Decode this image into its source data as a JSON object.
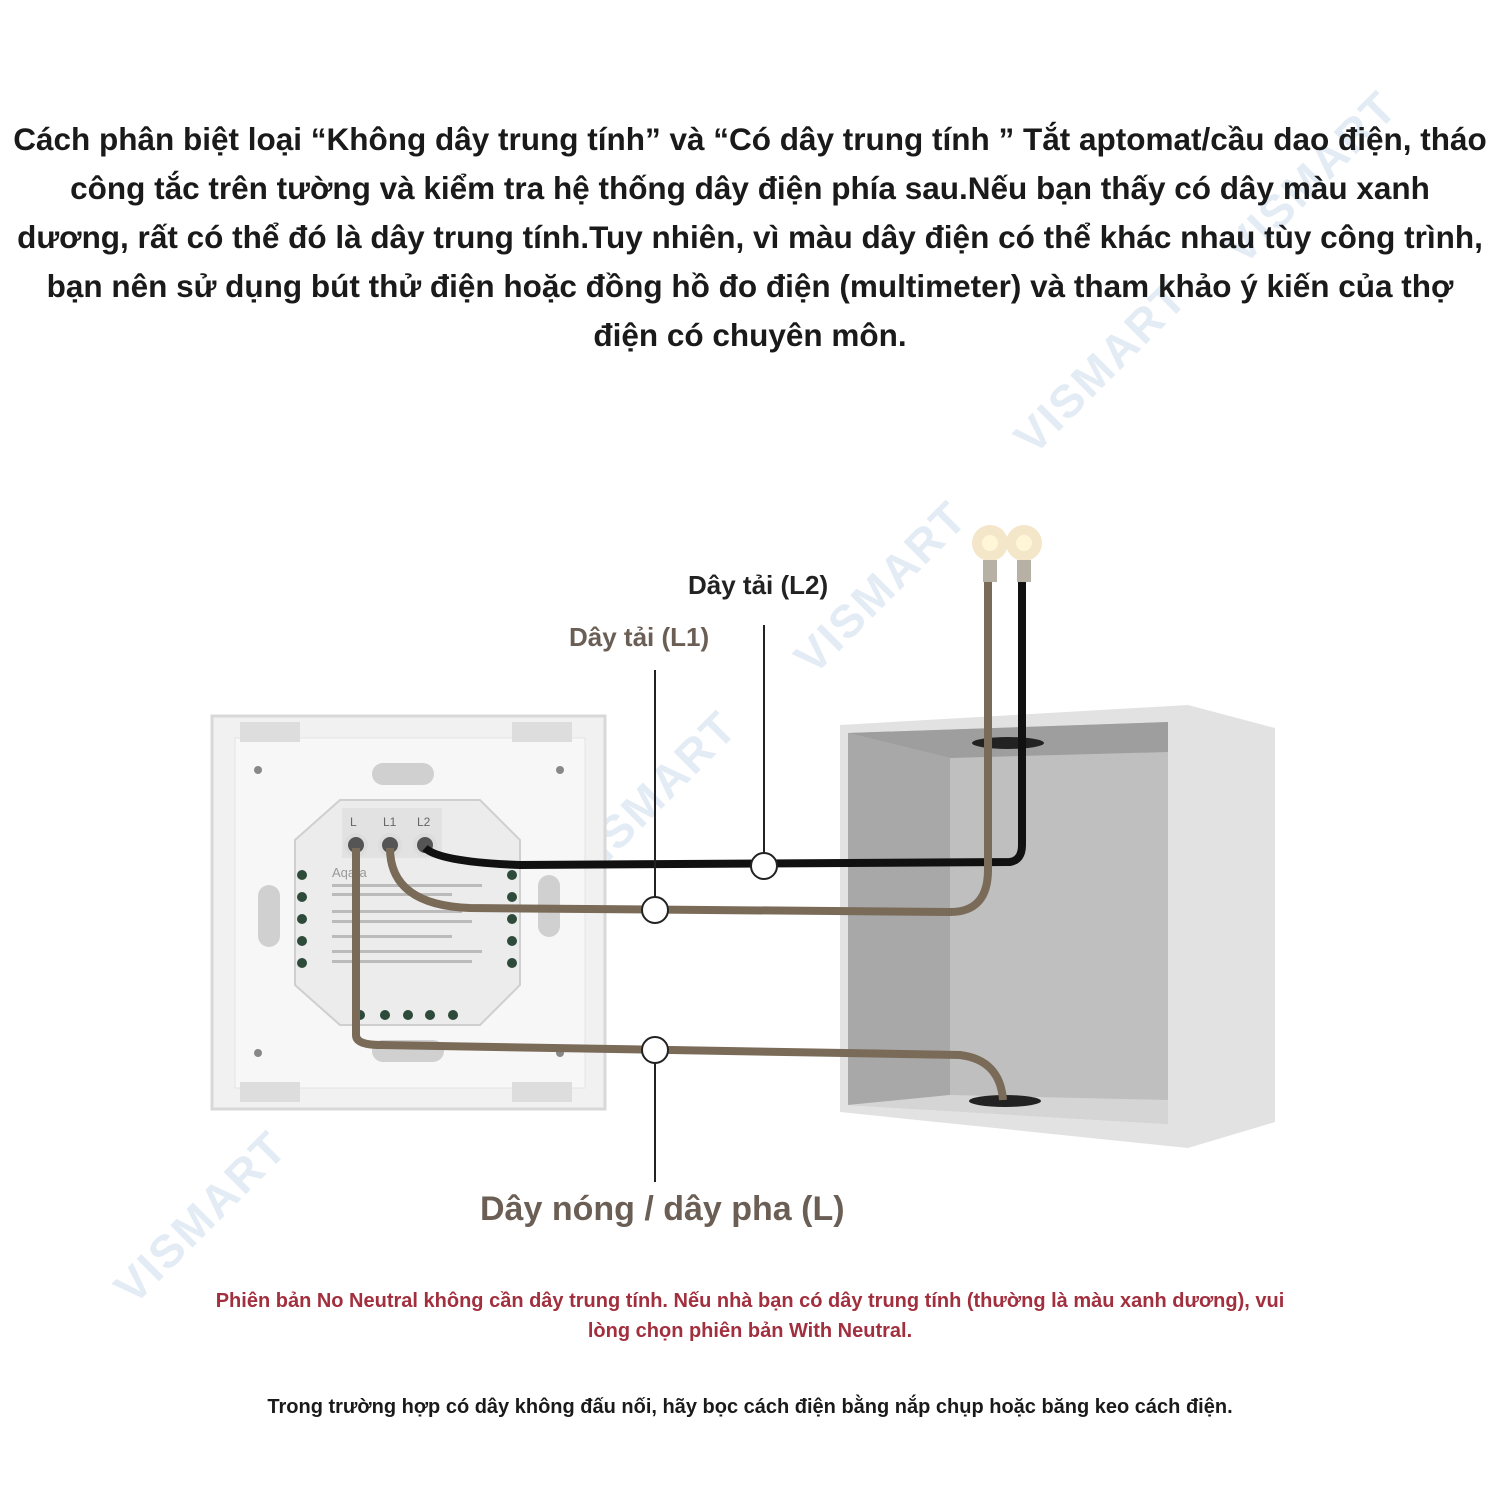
{
  "intro_text": "Cách phân biệt loại “Không dây trung tính” và “Có dây trung tính ” Tắt aptomat/cầu dao điện, tháo công tắc trên tường và kiểm tra hệ thống dây điện phía sau.Nếu bạn thấy có dây màu xanh dương, rất có thể đó là dây trung tính.Tuy nhiên, vì màu dây điện có thể khác nhau tùy công trình, bạn nên sử dụng bút thử điện hoặc đồng hồ đo điện (multimeter) và tham khảo ý kiến của thợ điện có chuyên môn.",
  "labels": {
    "load_l2": "Dây tải (L2)",
    "load_l1": "Dây tải (L1)",
    "live": "Dây nóng / dây pha (L)"
  },
  "switch": {
    "terminals": [
      "L",
      "L1",
      "L2"
    ],
    "brand": "Aqara"
  },
  "note": "Phiên bản No Neutral không cần dây trung tính. Nếu nhà bạn có dây trung tính (thường là màu xanh dương), vui lòng chọn phiên bản With Neutral.",
  "tip": "Trong trường hợp có dây không đấu nối, hãy bọc cách điện bằng nắp chụp hoặc băng keo cách điện.",
  "watermark": "VISMART",
  "colors": {
    "brown_wire": "#7a6a58",
    "black_wire": "#111111",
    "note": "#a22f3e"
  }
}
